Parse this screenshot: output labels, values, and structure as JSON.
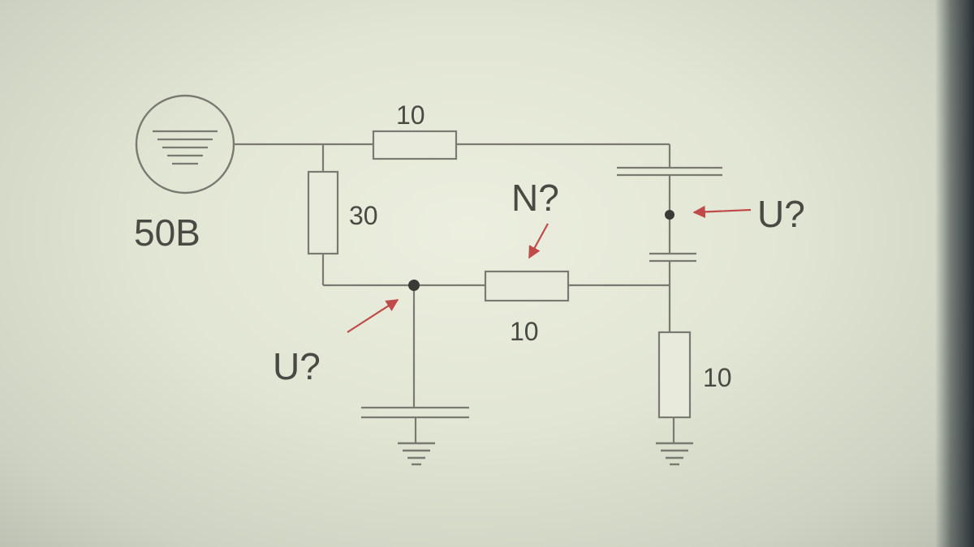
{
  "diagram": {
    "source": {
      "label": "50В",
      "icon": "voltage-source-icon"
    },
    "resistors": {
      "top": {
        "value": "10"
      },
      "vertical_left": {
        "value": "30"
      },
      "middle": {
        "value": "10"
      },
      "vertical_right": {
        "value": "10"
      }
    },
    "annotations": {
      "voltage_left": "U?",
      "voltage_right": "U?",
      "current_middle": "N?"
    },
    "colors": {
      "wire": "#7a7a72",
      "arrow": "#c04a4a",
      "text": "#4a4a44",
      "node": "#3a3a36"
    }
  }
}
